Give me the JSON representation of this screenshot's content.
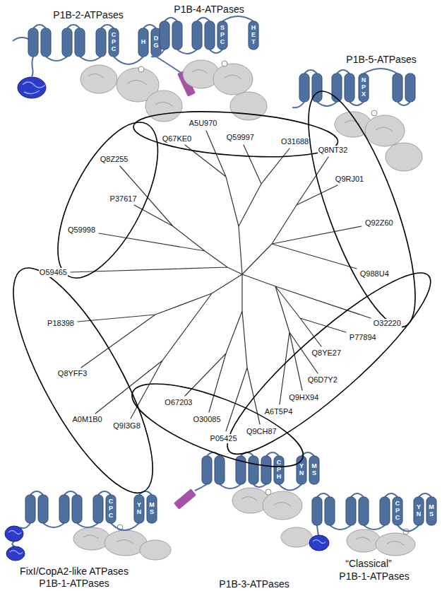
{
  "diagram": {
    "nodes": [
      {
        "text": [
          "Q8Z255",
          "P37617",
          "Q59998"
        ]
      },
      {
        "text": [
          "Q67KE0",
          "A5U970",
          "Q59997",
          "O31688"
        ]
      },
      {
        "text": [
          "Q8NT32",
          "Q9RJ01",
          "Q92Z60",
          "Q988U4"
        ]
      },
      {
        "text": [
          "O32220",
          "P77894",
          "Q8YE27",
          "Q6D7Y2",
          "Q9HX94",
          "A6T5P4"
        ]
      },
      {
        "text": [
          "Q9CH87",
          "P05425",
          "O30085",
          "O67203"
        ]
      },
      {
        "text": [
          "P18398",
          "Q8YFF3",
          "A0M1B0",
          "Q9I3G8"
        ]
      }
    ],
    "labels": [
      "P1B-2-ATPases",
      "P1B-4-ATPases",
      "CPC",
      "H",
      "DG",
      "SPC",
      "HET",
      "P1B-5-ATPases",
      "NPX",
      "O59465",
      "CPH",
      "YN",
      "MS",
      "CPC",
      "YN",
      "MS",
      "CPC",
      "YN",
      "MS",
      "FixI/CopA2-like ATPases",
      "“Classical”",
      "P1B-1-ATPases",
      "P1B-1-ATPases",
      "P1B-3-ATPases"
    ]
  }
}
